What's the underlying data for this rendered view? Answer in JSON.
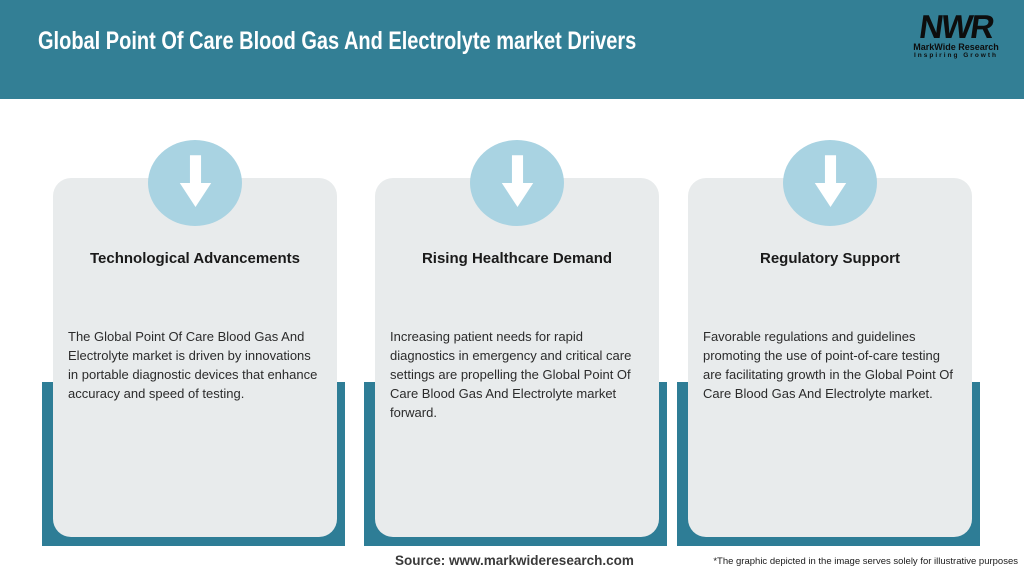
{
  "header": {
    "title": "Global Point Of Care Blood Gas And Electrolyte market Drivers",
    "logo": {
      "monogram": "NWR",
      "name": "MarkWide Research",
      "tagline": "Inspiring Growth"
    }
  },
  "cards": [
    {
      "icon": "down-arrow",
      "title": "Technological Advancements",
      "body": "The Global Point Of Care Blood Gas And Electrolyte market is driven by innovations in portable diagnostic devices that enhance accuracy and speed of testing."
    },
    {
      "icon": "down-arrow",
      "title": "Rising Healthcare Demand",
      "body": "Increasing patient needs for rapid diagnostics in emergency and critical care settings are propelling the Global Point Of Care Blood Gas And Electrolyte market forward."
    },
    {
      "icon": "down-arrow",
      "title": "Regulatory Support",
      "body": "Favorable regulations and guidelines promoting the use of point-of-care testing are facilitating growth in the Global Point Of Care Blood Gas And Electrolyte market."
    }
  ],
  "footer": {
    "source": "Source: www.markwideresearch.com",
    "disclaimer": "*The graphic depicted in the image serves solely for illustrative purposes"
  },
  "colors": {
    "header_teal": "#337F95",
    "frame_teal": "#2E7D96",
    "icon_blue": "#A9D3E2",
    "card_gray": "#E8EBEC"
  }
}
